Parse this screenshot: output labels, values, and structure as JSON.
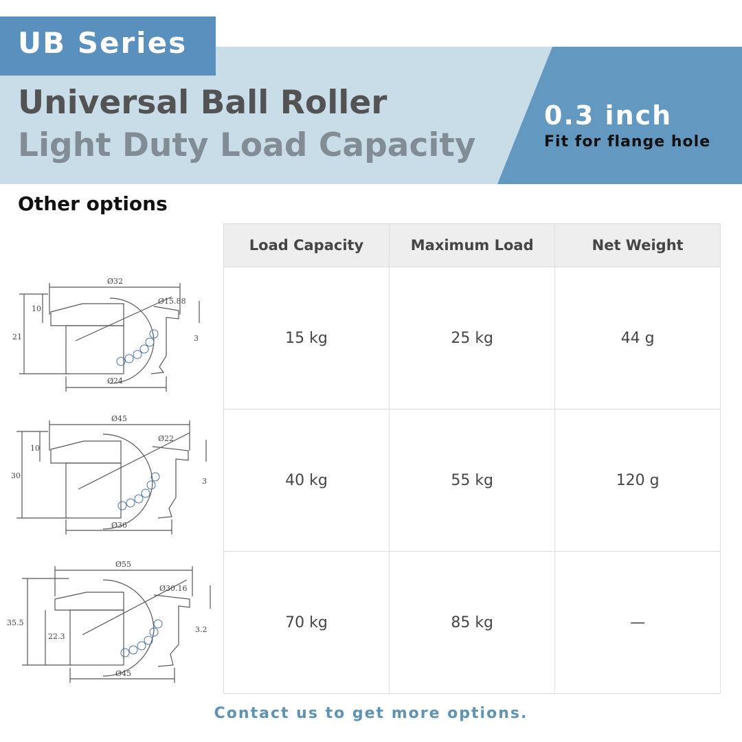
{
  "header": {
    "series": "UB Series",
    "title": "Universal Ball Roller",
    "subtitle": "Light Duty Load Capacity",
    "size": "0.3 inch",
    "fit": "Fit for flange hole"
  },
  "section_title": "Other options",
  "table": {
    "headers": [
      "Load Capacity",
      "Maximum Load",
      "Net Weight"
    ],
    "rows": [
      [
        "15 kg",
        "25 kg",
        "44 g"
      ],
      [
        "40 kg",
        "55 kg",
        "120 g"
      ],
      [
        "70 kg",
        "85 kg",
        "—"
      ]
    ]
  },
  "drawings": [
    {
      "top_dia": "Ø32",
      "ball_dia": "Ø15.88",
      "bottom_dia": "Ø24",
      "height": "21",
      "flange_h": "10",
      "lip": "3"
    },
    {
      "top_dia": "Ø45",
      "ball_dia": "Ø22",
      "bottom_dia": "Ø36",
      "height": "30",
      "flange_h": "10",
      "lip": "3"
    },
    {
      "top_dia": "Ø55",
      "ball_dia": "Ø30.16",
      "bottom_dia": "Ø45",
      "height": "35.5",
      "flange_h": "22.3",
      "lip": "3.2"
    }
  ],
  "footer": "Contact us to get more options.",
  "colors": {
    "banner_light": "#c9dde9",
    "banner_dark": "#6399c0",
    "series_tag": "#5a90bd",
    "contact_text": "#5f93b4"
  }
}
